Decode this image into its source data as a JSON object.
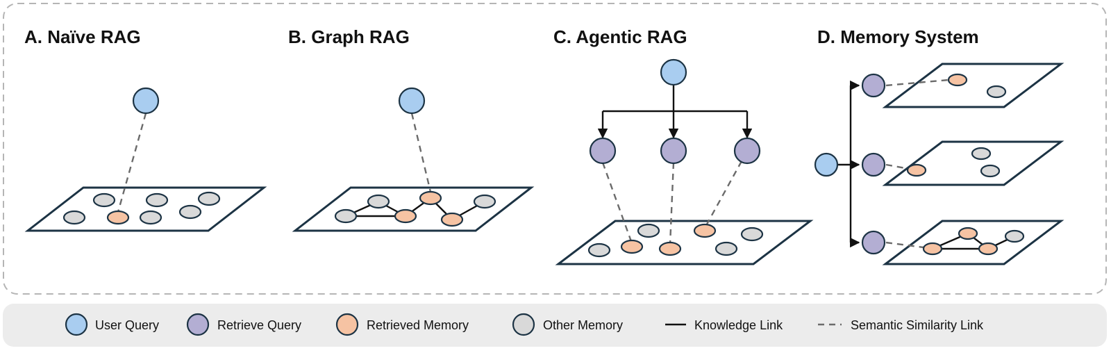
{
  "panels": [
    {
      "id": "a",
      "title": "A. Naïve RAG"
    },
    {
      "id": "b",
      "title": "B. Graph RAG"
    },
    {
      "id": "c",
      "title": "C. Agentic RAG"
    },
    {
      "id": "d",
      "title": "D. Memory System"
    }
  ],
  "legend": {
    "user_query": "User Query",
    "retrieve_query": "Retrieve Query",
    "retrieved_memory": "Retrieved Memory",
    "other_memory": "Other Memory",
    "knowledge_link": "Knowledge Link",
    "semantic_link": "Semantic Similarity Link"
  },
  "colors": {
    "user_query": "#a9cdf0",
    "retrieve_query": "#b3aed3",
    "retrieved_memory": "#f6c3a3",
    "other_memory": "#d9d9d9",
    "outline": "#1c3344",
    "panel_border": "#b5b5b5",
    "legend_bg": "#ececec"
  }
}
